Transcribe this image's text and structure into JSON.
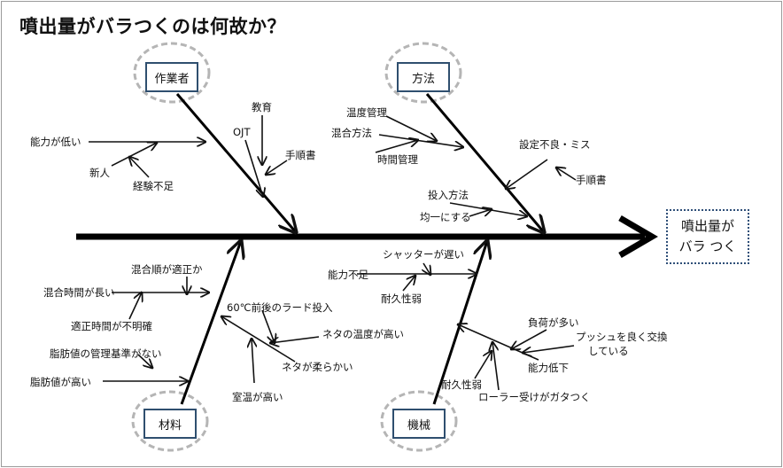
{
  "title": "噴出量がバラつくのは何故か？",
  "effect": {
    "line1": "噴出量が",
    "line2": "バラ つく"
  },
  "categories": {
    "worker": "作業者",
    "method": "方法",
    "material": "材料",
    "machine": "機械"
  },
  "causes": {
    "worker": {
      "low_ability": "能力が低い",
      "newcomer": "新人",
      "lack_experience": "経験不足",
      "education": "教育",
      "ojt": "OJT",
      "procedure": "手順書"
    },
    "method": {
      "temperature_control": "温度管理",
      "mixing_method": "混合方法",
      "time_control": "時間管理",
      "setting_error": "設定不良・ミス",
      "procedure": "手順書",
      "input_method": "投入方法",
      "uniform": "均一にする"
    },
    "material": {
      "mix_order": "混合順が適正か",
      "mix_time_long": "混合時間が長い",
      "proper_time_unclear": "適正時間が不明確",
      "fat_standard_missing": "脂肪値の管理基準がない",
      "fat_high": "脂肪値が高い",
      "lard_60": "60℃前後のラード投入",
      "neta_temp_high": "ネタの温度が高い",
      "neta_soft": "ネタが柔らかい",
      "room_temp_high": "室温が高い"
    },
    "machine": {
      "shutter_slow": "シャッターが遅い",
      "ability_poor": "能力不足",
      "durability_weak": "耐久性弱",
      "heavy_load": "負荷が多い",
      "pusher_line1": "プッシュを良く交換",
      "pusher_line2": "している",
      "ability_drop": "能力低下",
      "durability_weak2": "耐久性弱",
      "roller_rattle": "ローラー受けがガタつく"
    }
  }
}
